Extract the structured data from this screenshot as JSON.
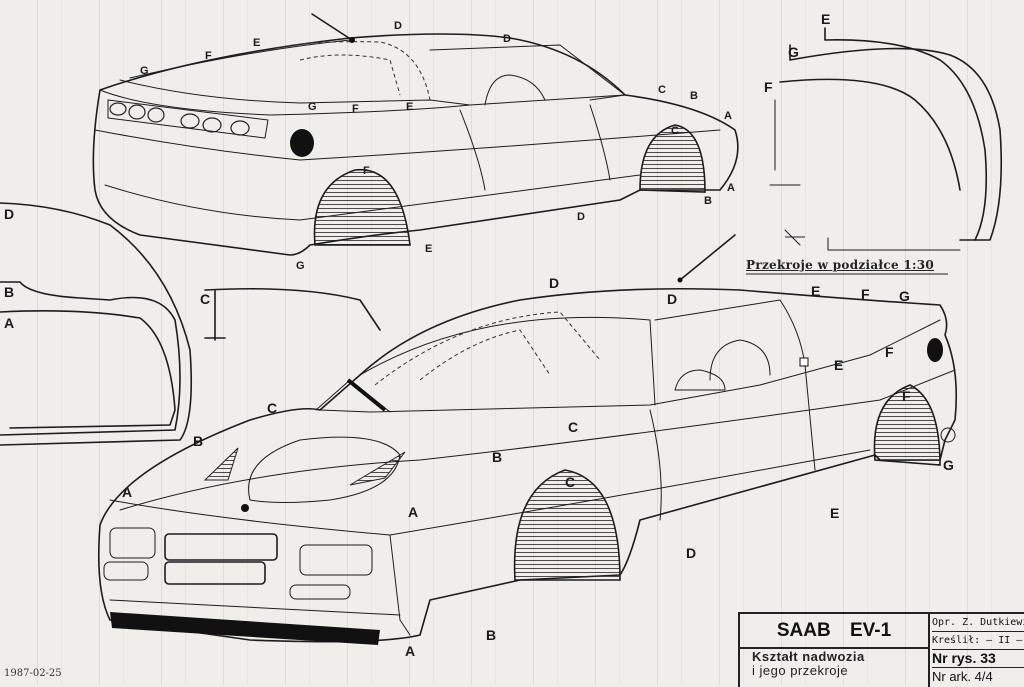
{
  "labels": {
    "A": "A",
    "B": "B",
    "C": "C",
    "D": "D",
    "E": "E",
    "F": "F",
    "G": "G"
  },
  "caption": "Przekroje w podziałce 1:30",
  "date": "1987-02-25",
  "title_block": {
    "title": "SAAB EV-1",
    "subtitle_line1": "Kształt nadwozia",
    "subtitle_line2": "i jego przekroje",
    "author": "Opr. Z. Dutkiewicz",
    "drawn": "Kreślił: — II —",
    "drawing_no": "Nr rys. 33",
    "sheet_no": "Nr ark. 4/4"
  }
}
